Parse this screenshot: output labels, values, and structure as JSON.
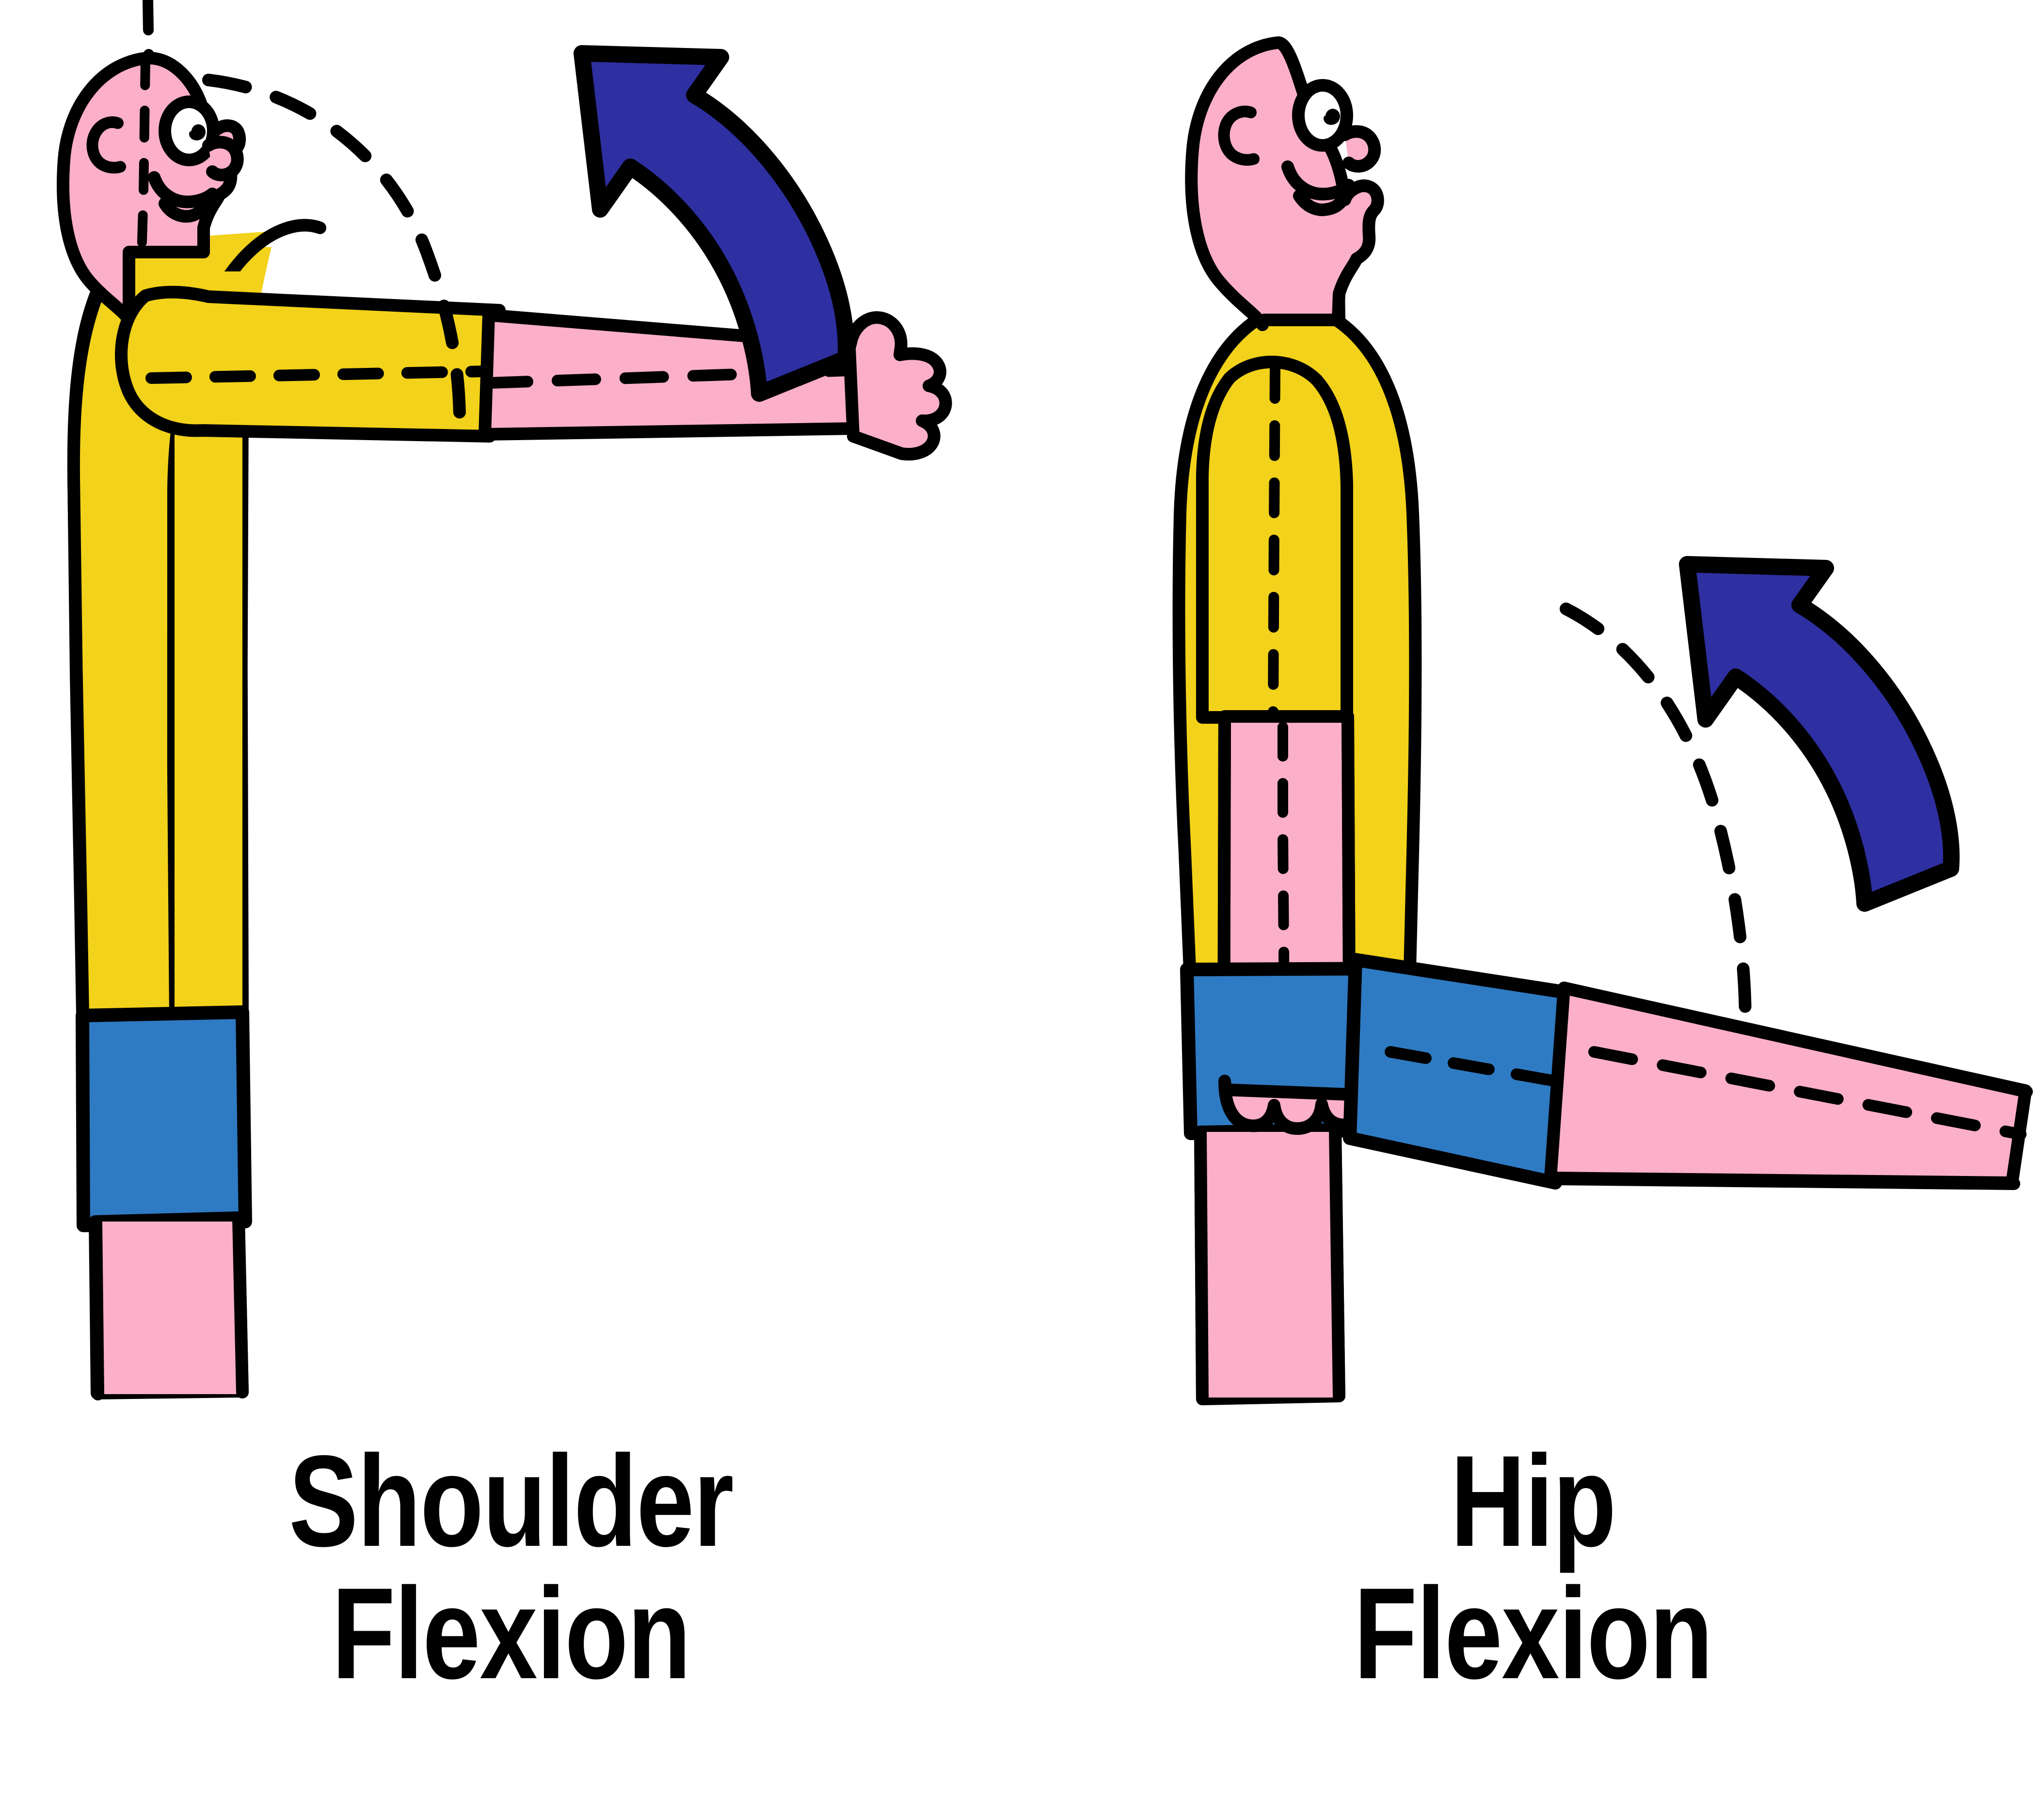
{
  "illustration": {
    "title_hidden": "",
    "type": "anatomical joint movement diagram",
    "background_color": "#FFFFFF",
    "panels": [
      {
        "id": "shoulder",
        "caption_line1": "Shoulder",
        "caption_line2": "Flexion",
        "movement": "shoulder flexion",
        "arrow": {
          "name": "curved-arrow",
          "direction": "up-left",
          "color": "#2E2FA0"
        },
        "arc": {
          "name": "motion-arc",
          "style": "dashed",
          "color": "#000000"
        },
        "body_parts": [
          "head",
          "ear",
          "eye",
          "nose",
          "mouth",
          "neck",
          "torso",
          "sleeve",
          "arm",
          "hand",
          "shorts",
          "leg"
        ]
      },
      {
        "id": "hip",
        "caption_line1": "Hip",
        "caption_line2": "Flexion",
        "movement": "hip flexion",
        "arrow": {
          "name": "curved-arrow",
          "direction": "up-left",
          "color": "#2E2FA0"
        },
        "arc": {
          "name": "motion-arc",
          "style": "dashed",
          "color": "#000000"
        },
        "body_parts": [
          "head",
          "ear",
          "eye",
          "nose",
          "mouth",
          "neck",
          "torso",
          "sleeve",
          "arm",
          "hand",
          "shorts",
          "standing-leg",
          "raised-leg"
        ]
      }
    ],
    "colors": {
      "skin": "#FBAFC8",
      "shirt": "#F2D21A",
      "shorts": "#2E7BC4",
      "arrow": "#2E2FA0",
      "outline": "#000000",
      "eye_white": "#FFFFFF",
      "background": "#FFFFFF"
    }
  }
}
